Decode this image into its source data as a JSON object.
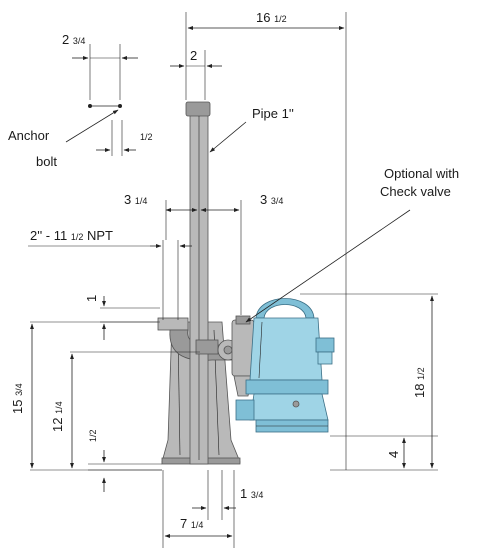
{
  "dimensions": {
    "overall_width": {
      "whole": "16 ",
      "frac": "1/2"
    },
    "top_offset": {
      "whole": "2",
      "frac": ""
    },
    "anchor_spacing": {
      "whole": "2 ",
      "frac": "3/4"
    },
    "anchor_bolt_size": {
      "whole": "",
      "frac": "1/2"
    },
    "pipe_left": {
      "whole": "3 ",
      "frac": "1/4"
    },
    "pipe_right": {
      "whole": "3 ",
      "frac": "3/4"
    },
    "npt_size": {
      "prefix": "2'' - 11 ",
      "frac": "1/2",
      "suffix": " NPT"
    },
    "flange_thickness": {
      "whole": "1",
      "frac": ""
    },
    "outlet_height": {
      "whole": "15 ",
      "frac": "3/4"
    },
    "discharge_height": {
      "whole": "12 ",
      "frac": "1/4"
    },
    "base_thickness": {
      "whole": "",
      "frac": "1/2"
    },
    "pump_height": {
      "whole": "18 ",
      "frac": "1/2"
    },
    "pump_clearance": {
      "whole": "4",
      "frac": ""
    },
    "base_slot": {
      "whole": "1 ",
      "frac": "3/4"
    },
    "base_width": {
      "whole": "7 ",
      "frac": "1/4"
    }
  },
  "labels": {
    "pipe": "Pipe 1''",
    "anchor_line1": "Anchor",
    "anchor_line2": "bolt",
    "optional_line1": "Optional with",
    "optional_line2": "Check valve"
  },
  "colors": {
    "rail": "#b9b9b9",
    "pump": "#9fd4e6"
  }
}
